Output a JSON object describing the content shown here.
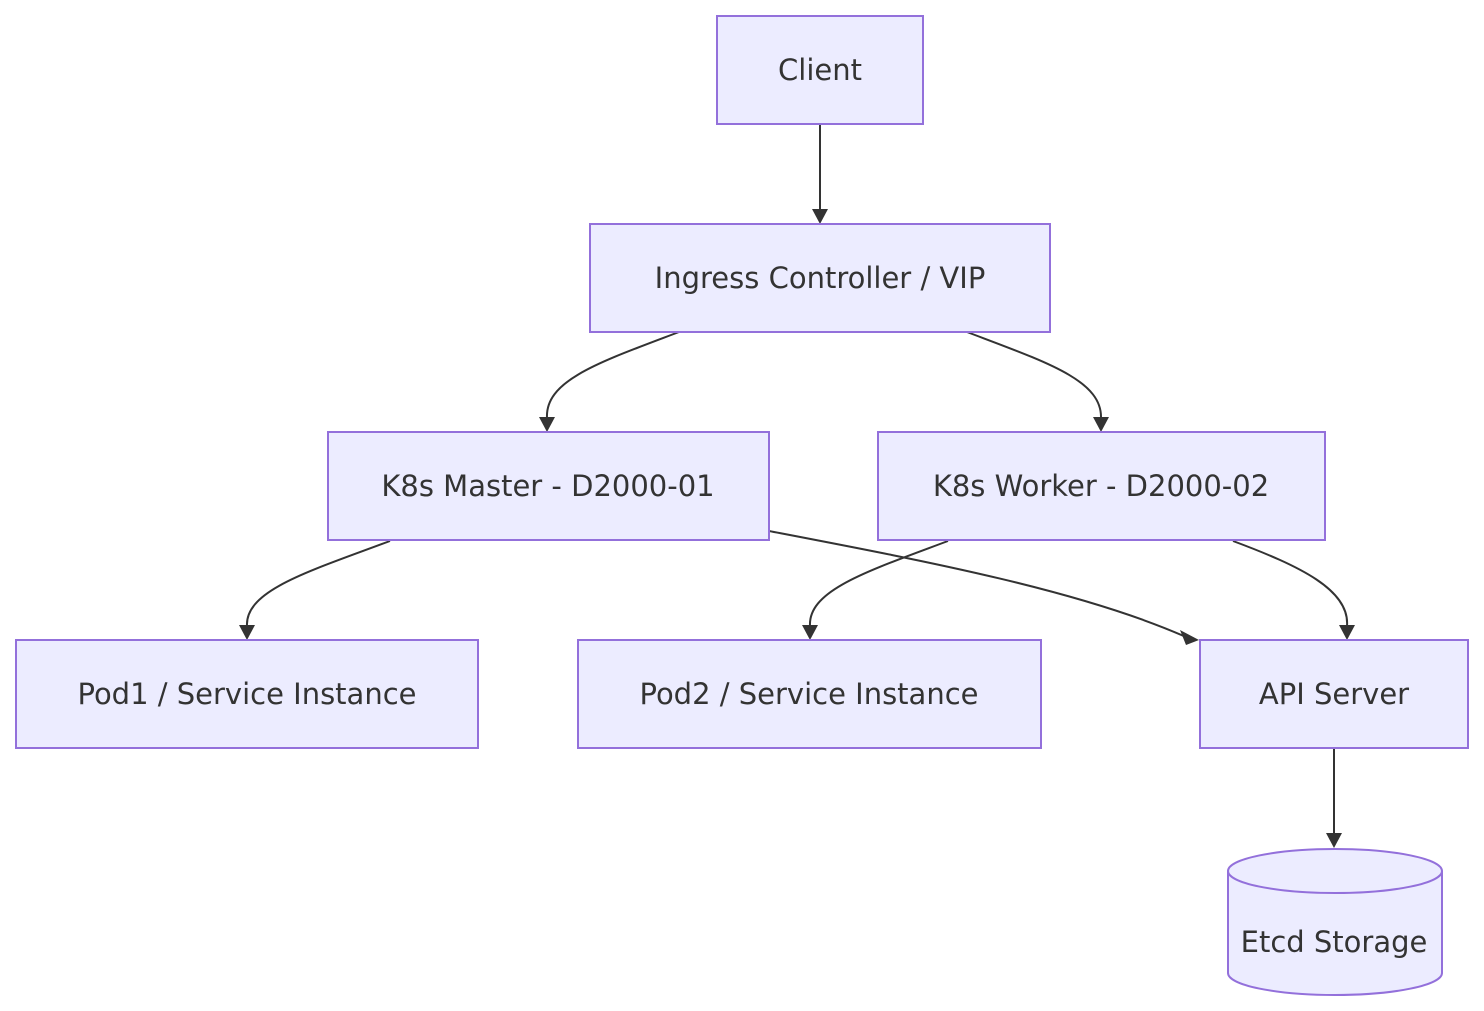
{
  "diagram": {
    "nodes": {
      "client": "Client",
      "ingress": "Ingress Controller / VIP",
      "master": "K8s Master - D2000-01",
      "worker": "K8s Worker - D2000-02",
      "pod1": "Pod1 / Service Instance",
      "pod2": "Pod2 / Service Instance",
      "api_server": "API Server",
      "etcd": "Etcd Storage"
    },
    "edges": [
      {
        "from": "Client",
        "to": "Ingress Controller / VIP"
      },
      {
        "from": "Ingress Controller / VIP",
        "to": "K8s Master - D2000-01"
      },
      {
        "from": "Ingress Controller / VIP",
        "to": "K8s Worker - D2000-02"
      },
      {
        "from": "K8s Master - D2000-01",
        "to": "Pod1 / Service Instance"
      },
      {
        "from": "K8s Master - D2000-01",
        "to": "API Server"
      },
      {
        "from": "K8s Worker - D2000-02",
        "to": "Pod2 / Service Instance"
      },
      {
        "from": "K8s Worker - D2000-02",
        "to": "API Server"
      },
      {
        "from": "API Server",
        "to": "Etcd Storage"
      }
    ],
    "colors": {
      "node_fill": "#ECECFF",
      "node_stroke": "#9370DB",
      "edge": "#333333",
      "text": "#333333"
    }
  }
}
